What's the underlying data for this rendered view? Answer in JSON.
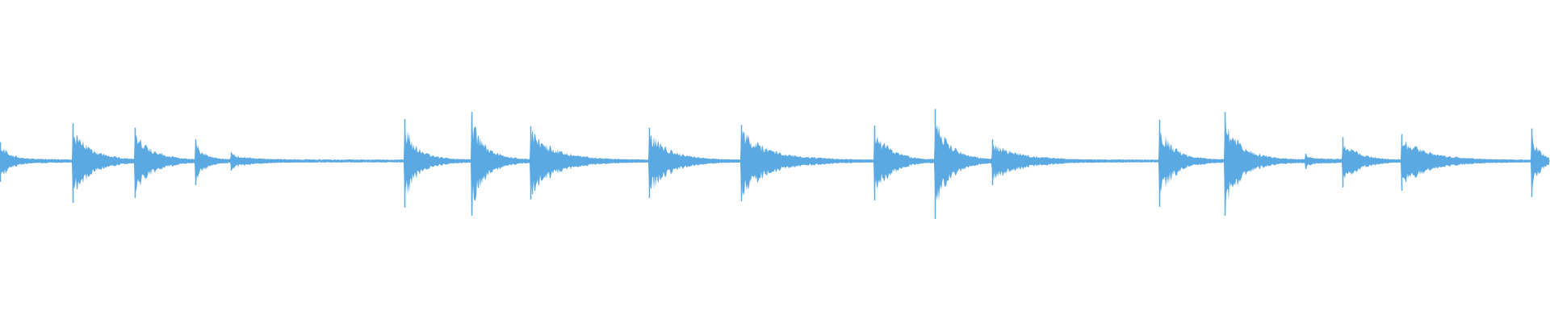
{
  "waveform": {
    "color": "#5aa9e3",
    "peak_amplitude_scale": 1.0,
    "onsets": [
      {
        "t": 0.0,
        "amp": 0.26,
        "decay": 0.6
      },
      {
        "t": 0.047,
        "amp": 0.52,
        "decay": 1.6
      },
      {
        "t": 0.087,
        "amp": 0.46,
        "decay": 1.6
      },
      {
        "t": 0.126,
        "amp": 0.3,
        "decay": 1.0
      },
      {
        "t": 0.149,
        "amp": 0.12,
        "decay": 0.6
      },
      {
        "t": 0.261,
        "amp": 0.58,
        "decay": 0.8
      },
      {
        "t": 0.304,
        "amp": 0.68,
        "decay": 1.0
      },
      {
        "t": 0.342,
        "amp": 0.48,
        "decay": 1.2
      },
      {
        "t": 0.419,
        "amp": 0.46,
        "decay": 1.2
      },
      {
        "t": 0.478,
        "amp": 0.5,
        "decay": 1.2
      },
      {
        "t": 0.564,
        "amp": 0.49,
        "decay": 1.4
      },
      {
        "t": 0.603,
        "amp": 0.72,
        "decay": 1.2
      },
      {
        "t": 0.64,
        "amp": 0.3,
        "decay": 0.9
      },
      {
        "t": 0.748,
        "amp": 0.57,
        "decay": 1.0
      },
      {
        "t": 0.79,
        "amp": 0.68,
        "decay": 1.0
      },
      {
        "t": 0.842,
        "amp": 0.1,
        "decay": 0.5
      },
      {
        "t": 0.866,
        "amp": 0.33,
        "decay": 1.4
      },
      {
        "t": 0.904,
        "amp": 0.37,
        "decay": 1.2
      },
      {
        "t": 0.988,
        "amp": 0.45,
        "decay": 1.4
      }
    ]
  }
}
